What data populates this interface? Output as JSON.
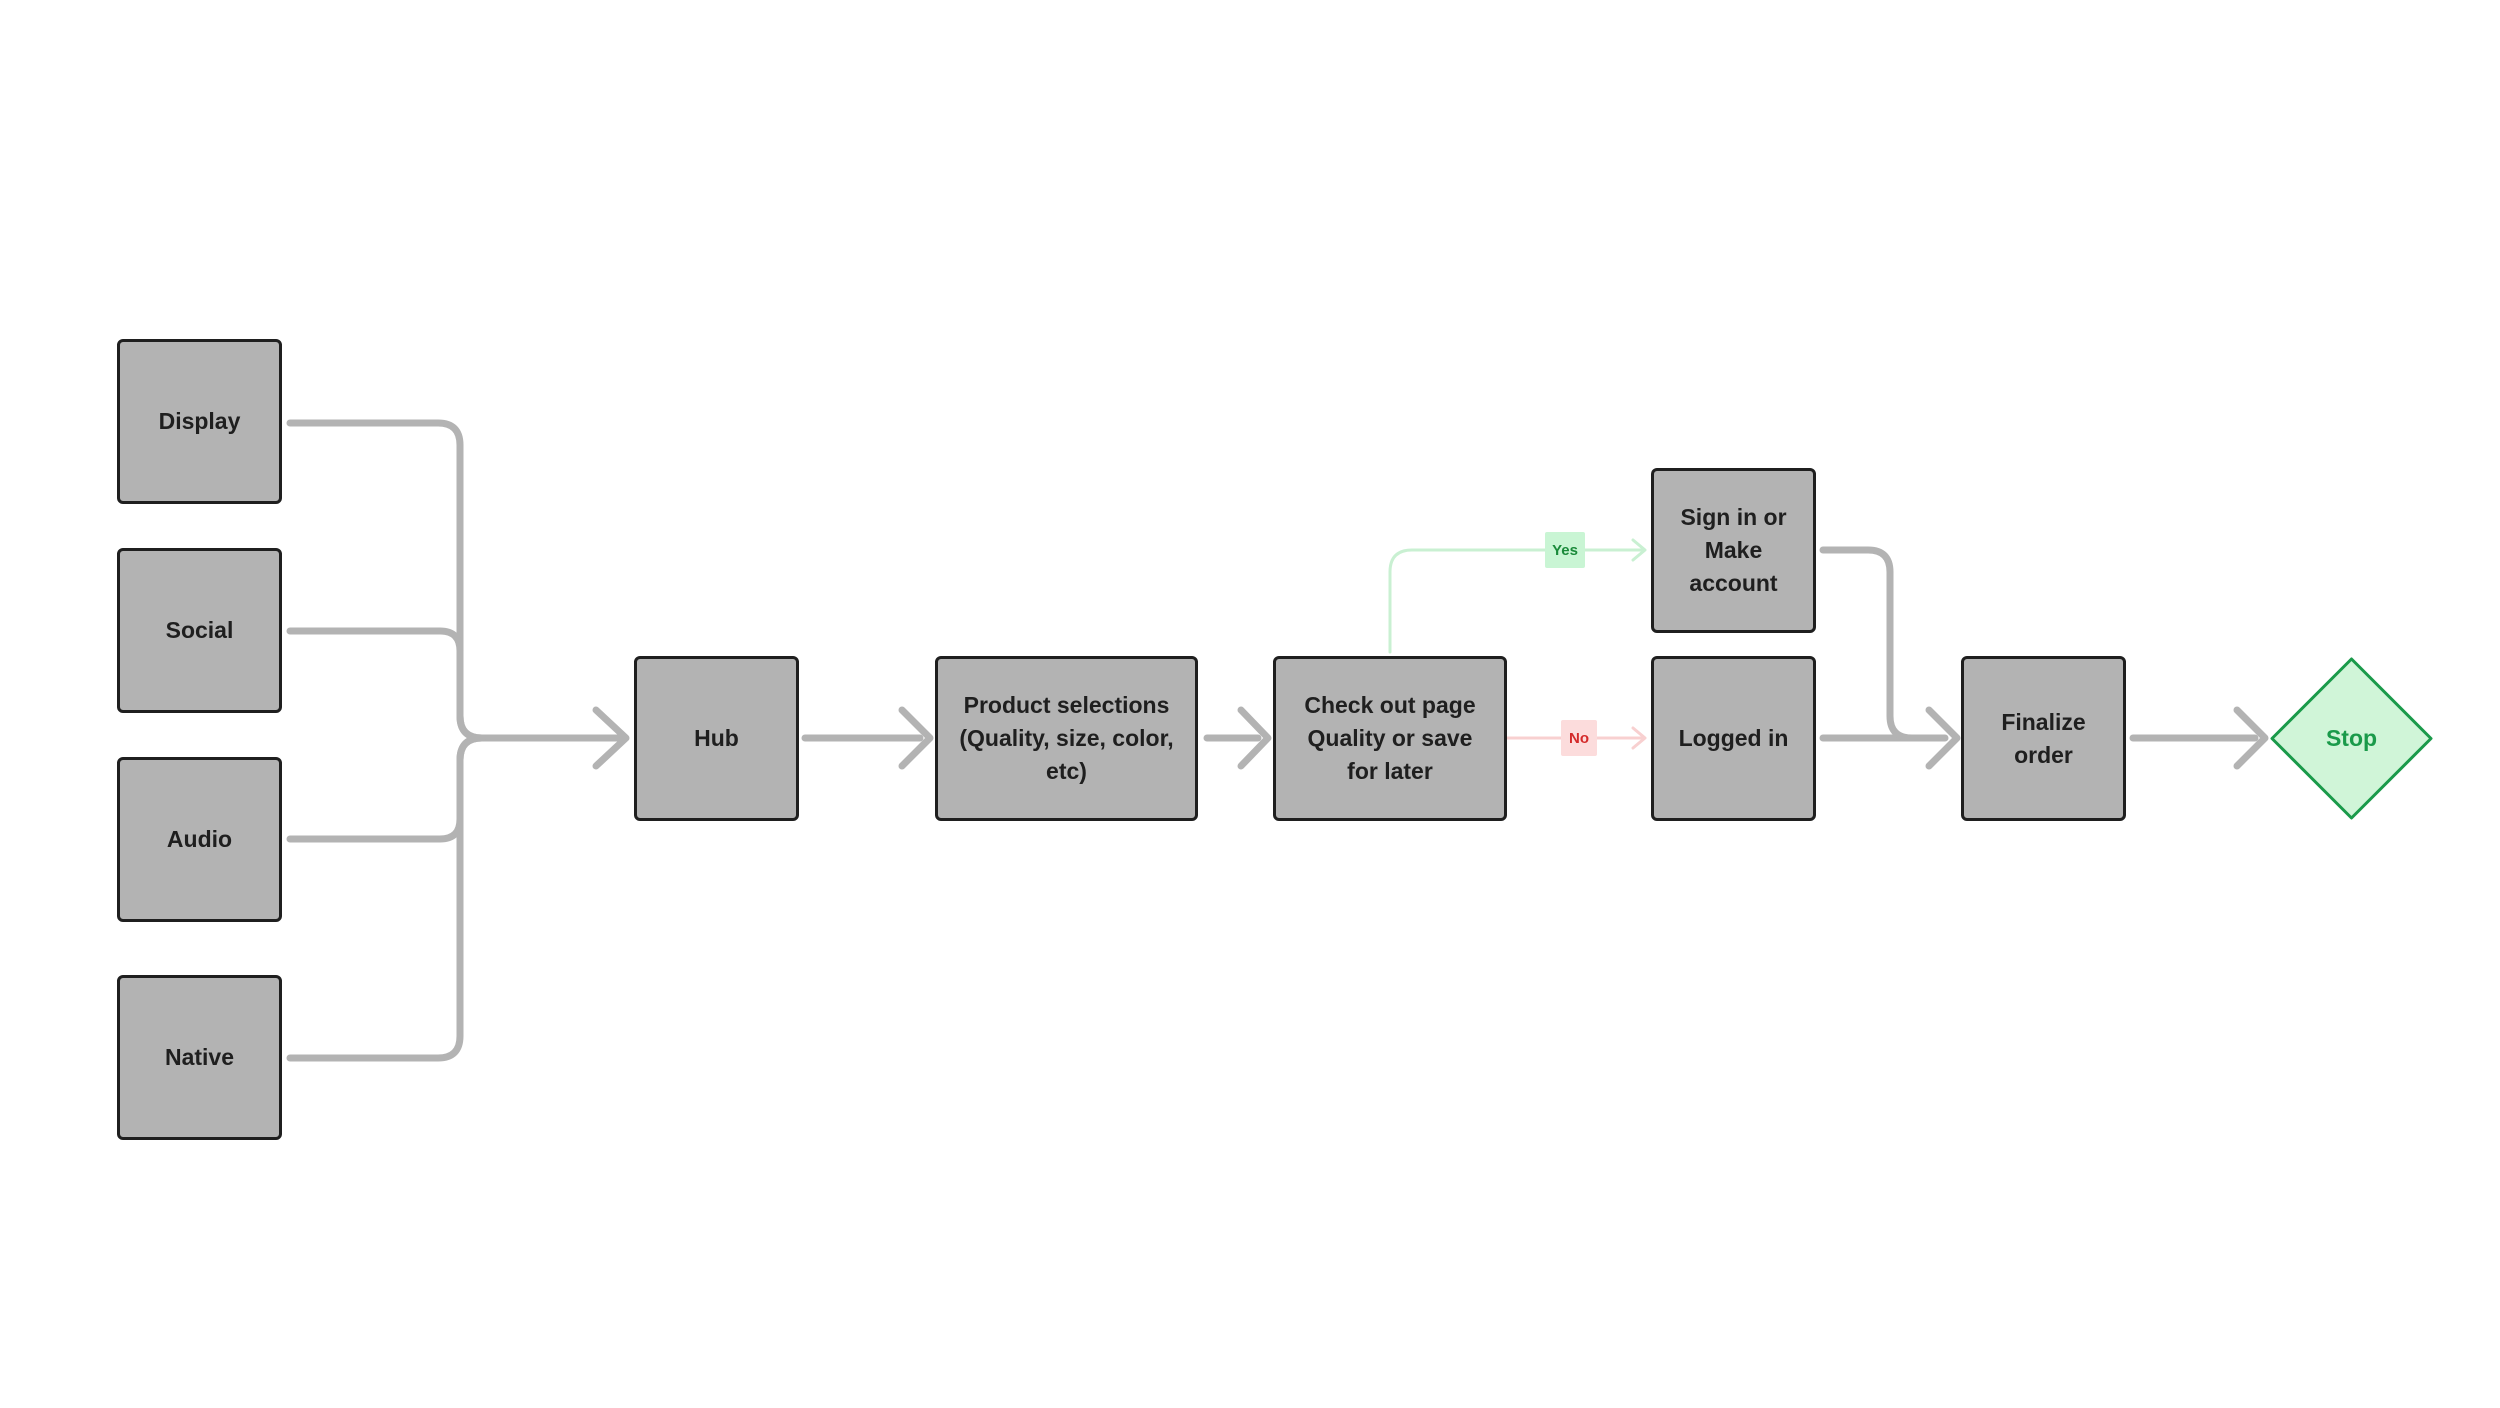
{
  "nodes": {
    "display": "Display",
    "social": "Social",
    "audio": "Audio",
    "native": "Native",
    "hub": "Hub",
    "product": "Product selections (Quality, size, color, etc)",
    "checkout": "Check out page Quality or save for later",
    "signin": "Sign in or Make account",
    "logged_in": "Logged in",
    "finalize": "Finalize order",
    "stop": "Stop"
  },
  "branches": {
    "yes": "Yes",
    "no": "No"
  },
  "colors": {
    "node_fill": "#b3b3b3",
    "node_border": "#1f1f1f",
    "connector": "#b3b3b3",
    "yes_line": "#c9f0d2",
    "yes_tag_bg": "#c9f5d4",
    "yes_text": "#1a8a3a",
    "no_line": "#f8d0d0",
    "no_tag_bg": "#fcdcdc",
    "no_text": "#d42a2a",
    "stop_fill": "#d0f5d8",
    "stop_border": "#1a9a4a",
    "stop_text": "#1a9a4a"
  }
}
